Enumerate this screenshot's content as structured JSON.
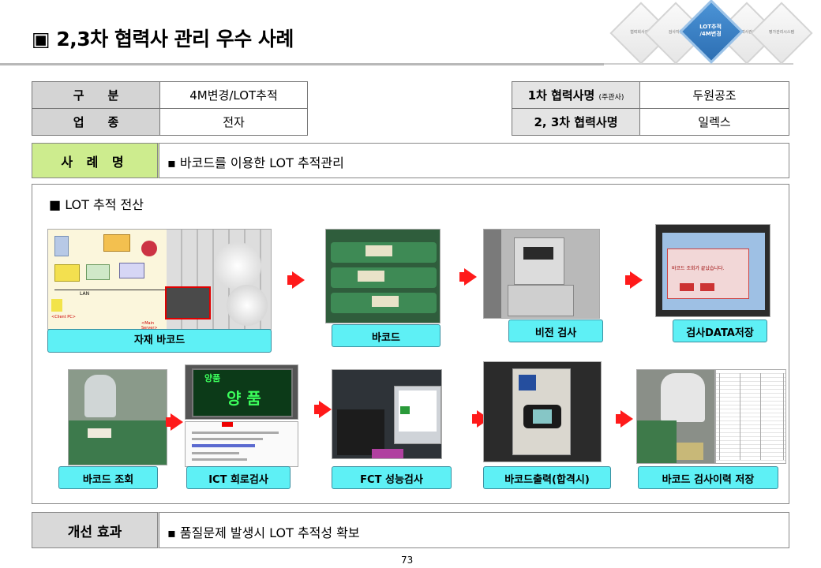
{
  "title": "▣ 2,3차 협력사 관리 우수 사례",
  "nav": {
    "items": [
      "협력회사관리",
      "검사지원",
      "LOT추적\n/4M변경",
      "협력사관리",
      "평가관리시스템"
    ],
    "active_index": 2
  },
  "info_left": {
    "row1_label": "구　　분",
    "row1_value": "4M변경/LOT추적",
    "row2_label": "업　　종",
    "row2_value": "전자"
  },
  "info_right": {
    "row1_label": "1차 협력사명",
    "row1_note": "(주관사)",
    "row1_value": "두원공조",
    "row2_label": "2, 3차 협력사명",
    "row2_value": "일렉스"
  },
  "case": {
    "label": "사 례 명",
    "text": "▪ 바코드를 이용한 LOT 추적관리"
  },
  "section_title": "■ LOT 추적 전산",
  "steps_top": [
    "자재 바코드",
    "바코드",
    "비전 검사",
    "검사DATA저장"
  ],
  "steps_bottom": [
    "바코드 조회",
    "ICT 회로검사",
    "FCT 성능검사",
    "바코드출력(합격시)",
    "바코드 검사이력 저장"
  ],
  "photo_text": {
    "ict_pass": "양 품",
    "ict_pass_top": "양품",
    "popup": "바코드 조회가 끝났습니다.",
    "diagram_server": "<Main Server>",
    "diagram_pc": "<Client PC>",
    "diagram_lan": "LAN"
  },
  "improvement": {
    "label": "개선 효과",
    "text": "▪  품질문제 발생시 LOT 추적성 확보"
  },
  "page_number": "73",
  "colors": {
    "label_bg": "#5ef0f5",
    "arrow": "#ff1a1a",
    "case_label_bg": "#cdec8e",
    "nav_active": "#2d6fb3"
  }
}
